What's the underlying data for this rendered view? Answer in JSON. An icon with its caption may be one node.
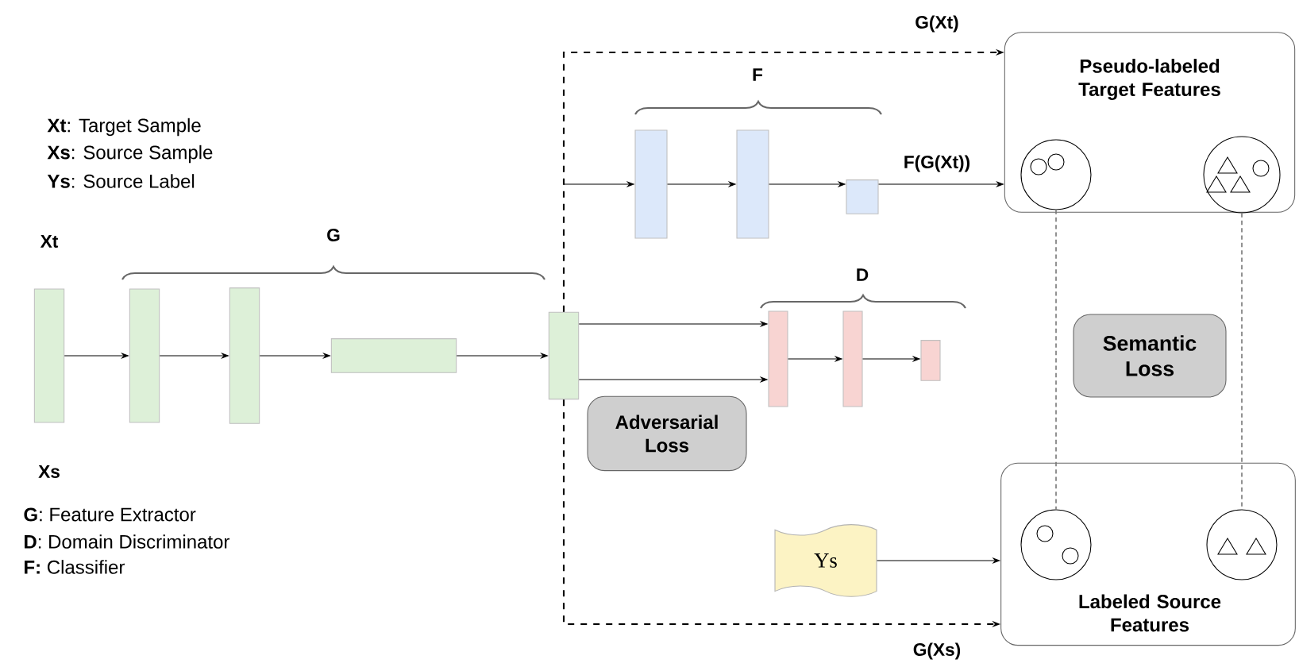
{
  "diagram": {
    "nodes": [
      {
        "text": [],
        "shape": "bar",
        "beside": [
          "Xt",
          "Xs"
        ]
      },
      {
        "text": [],
        "shape": "bar"
      },
      {
        "text": [],
        "shape": "bar"
      },
      {
        "text": [],
        "shape": "bar"
      },
      {
        "text": [],
        "shape": "bar"
      },
      {
        "text": [],
        "shape": "bar"
      },
      {
        "text": [],
        "shape": "bar"
      },
      {
        "text": [],
        "shape": "bar"
      },
      {
        "text": [],
        "shape": "bar"
      },
      {
        "text": [],
        "shape": "bar"
      },
      {
        "text": [],
        "shape": "bar"
      },
      {
        "text": [
          "Pseudo-labeled Target Features"
        ]
      },
      {
        "text": [],
        "shape": "circle",
        "in": 11
      },
      {
        "text": [],
        "shape": "circle",
        "in": 11
      },
      {
        "text": [
          "Semantic Loss"
        ]
      },
      {
        "text": [
          "Adversarial Loss"
        ]
      },
      {
        "text": [
          "Ys"
        ]
      },
      {
        "text": [
          "Labeled Source Features"
        ]
      },
      {
        "text": [],
        "shape": "circle",
        "in": 17
      },
      {
        "text": [],
        "shape": "circle",
        "in": 17
      }
    ],
    "edges": [
      {
        "from": 0,
        "to": 1,
        "arrow": "to"
      },
      {
        "from": 1,
        "to": 2,
        "arrow": "to"
      },
      {
        "from": 2,
        "to": 3,
        "arrow": "to"
      },
      {
        "from": 3,
        "to": 4,
        "arrow": "to"
      },
      {
        "from": null,
        "to": 5,
        "arrow": "to"
      },
      {
        "from": 5,
        "to": 6,
        "arrow": "to"
      },
      {
        "from": 6,
        "to": 7,
        "arrow": "to"
      },
      {
        "from": 7,
        "to": 11,
        "arrow": "to",
        "label": "F(G(Xt))"
      },
      {
        "from": 4,
        "to": 8,
        "arrow": "to"
      },
      {
        "from": 4,
        "to": 8,
        "arrow": "to"
      },
      {
        "from": 8,
        "to": 9,
        "arrow": "to"
      },
      {
        "from": 9,
        "to": 10,
        "arrow": "to"
      },
      {
        "from": 4,
        "to": 11,
        "arrow": "to",
        "style": "dashed",
        "label": "G(Xt)"
      },
      {
        "from": 4,
        "to": 17,
        "arrow": "to",
        "style": "dashed",
        "label": "G(Xs)"
      },
      {
        "from": 16,
        "to": 17,
        "arrow": "to"
      },
      {
        "from": 12,
        "to": 18,
        "arrow": "none",
        "style": "dashed",
        "color": "#777777"
      },
      {
        "from": 13,
        "to": 19,
        "arrow": "none",
        "style": "dashed",
        "color": "#777777"
      }
    ],
    "labels": [
      "F",
      "**Xt**: Target Sample",
      "**Xs**: Source Sample",
      "**Ys**: Source Label",
      "G",
      "D",
      "**G**: Feature Extractor",
      "**D**: Domain Discriminator",
      "**F:** Classifier"
    ]
  }
}
